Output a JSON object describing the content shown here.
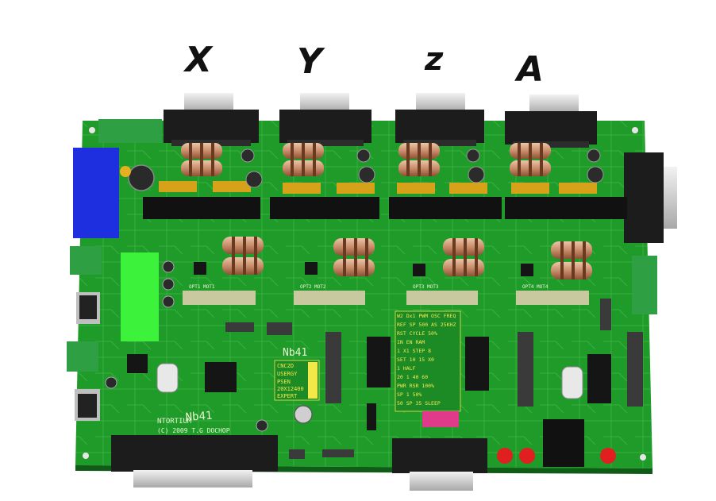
{
  "axis_labels": [
    "X",
    "Y",
    "z",
    "A"
  ],
  "board_text": {
    "brand": "NTORTIUM",
    "copyright": "(C) 2009 T.G  DOCHOP",
    "version_tilted": "Nb41",
    "version_mid": "Nb41",
    "mode_rows": [
      "CNC2D",
      "USERGY",
      "PSEN",
      "20X12400",
      "EXPERT"
    ],
    "config_rows": [
      "W2 Dx1 PWM OSC FREQ",
      "REF SP 500 AS 25KHZ",
      "RST CYCLE 50%",
      "IN EN  RAM",
      "1 X1 STEP 8",
      "SET 10  15 X0",
      "  1   HALF",
      "20 1 40 60",
      "PWR RSR 100%",
      "SP 1  50%",
      "50 SP 35 SLEEP"
    ],
    "hdr_labels": [
      "OPT1 MOT1",
      "OPT2 MOT2",
      "OPT3 MOT3",
      "OPT4 MOT4"
    ]
  },
  "colors": {
    "pcb": "#1f9b2a",
    "trace": "#5ec85a",
    "connector_black": "#1c1c1c",
    "blue_terminal": "#1e2fe0",
    "lime_terminal": "#3df23a",
    "green_terminal": "#2ea043",
    "red_led": "#e02020",
    "pink_header": "#e23a8a"
  }
}
